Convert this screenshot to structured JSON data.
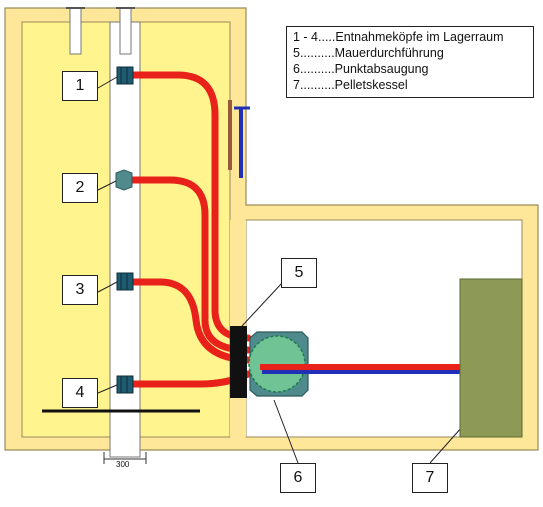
{
  "legend": {
    "line1": "1 - 4.....Entnahmeköpfe im Lagerraum",
    "line2": "5..........Mauerdurchführung",
    "line3": "6..........Punktabsaugung",
    "line4": "7..........Pelletskessel"
  },
  "labels": {
    "n1": "1",
    "n2": "2",
    "n3": "3",
    "n4": "4",
    "n5": "5",
    "n6": "6",
    "n7": "7"
  },
  "dimension": "300",
  "colors": {
    "storage_fill": "#fff48e",
    "wall_fill": "#ffe79a",
    "hose": "#e8221a",
    "return_pipe": "#1f2fb8",
    "boiler": "#8c9a55",
    "suction_unit": "#4f8a8c",
    "wall_sleeve": "#111111"
  }
}
